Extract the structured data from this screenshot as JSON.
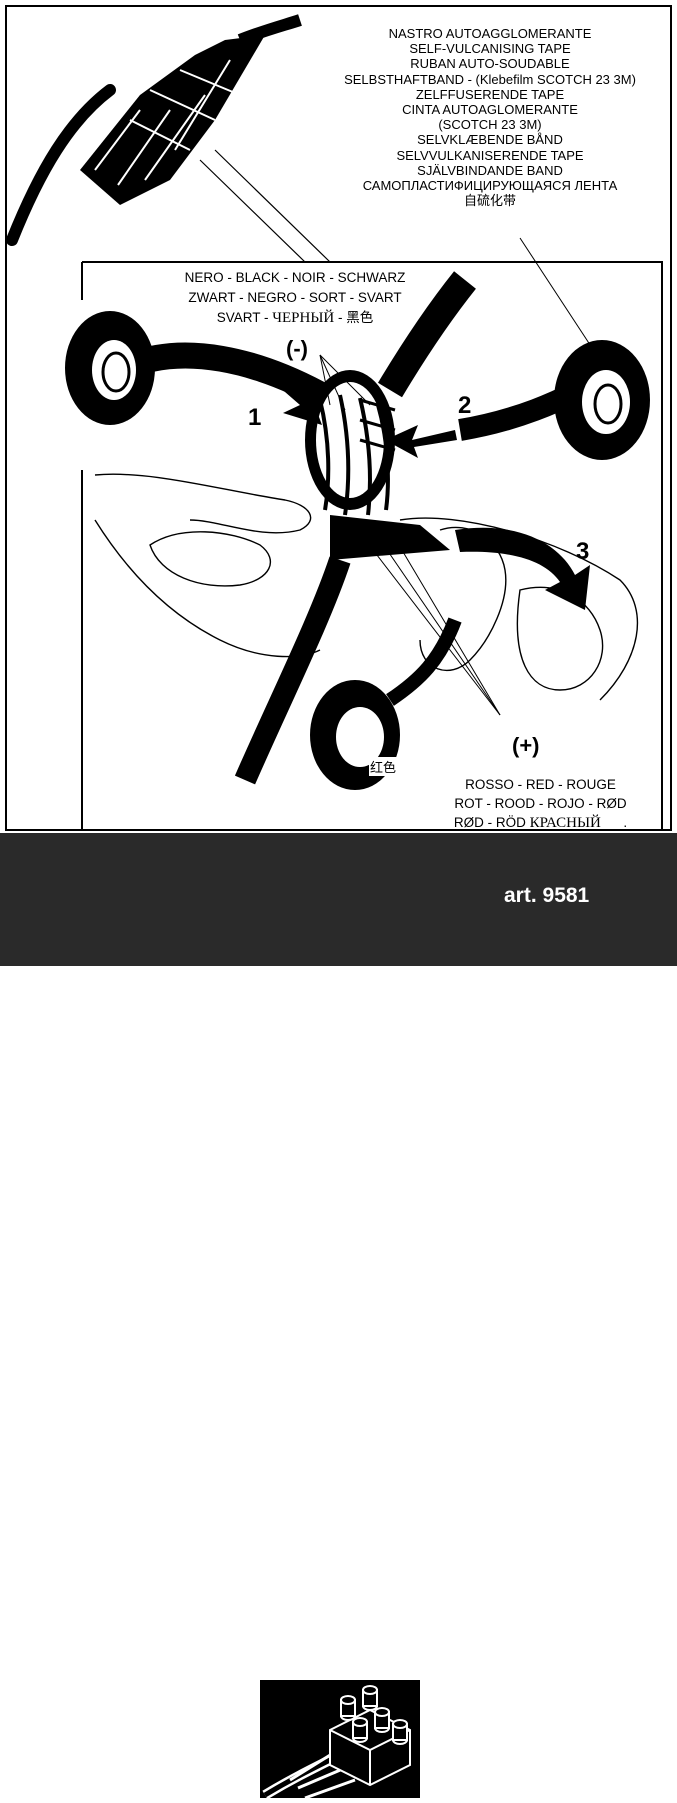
{
  "tape_label": {
    "lines": [
      "NASTRO AUTOAGGLOMERANTE",
      "SELF-VULCANISING TAPE",
      "RUBAN AUTO-SOUDABLE",
      "SELBSTHAFTBAND - (Klebefilm SCOTCH 23 3M)",
      "ZELFFUSERENDE TAPE",
      "CINTA AUTOAGLOMERANTE",
      "(SCOTCH 23 3M)",
      "SELVKLÆBENDE BÅND",
      "SELVVULKANISERENDE TAPE",
      "SJÄLVBINDANDE BAND",
      "САМОПЛАСТИФИЦИРУЮЩАЯСЯ ЛЕНТА",
      "自硫化带"
    ]
  },
  "black_label": {
    "line1": "NERO - BLACK - NOIR - SCHWARZ",
    "line2": "ZWART - NEGRO - SORT - SVART",
    "line3_latin": "SVART - ",
    "line3_ru": "ЧЕРНЫЙ",
    "line3_sep": " - ",
    "line3_zh": "黑色"
  },
  "red_label": {
    "line1": "ROSSO - RED - ROUGE",
    "line2": "ROT - ROOD - ROJO - RØD",
    "line3_latin": "RØD - RÖD ",
    "line3_ru": "КРАСНЫЙ",
    "line3_dot": "      ."
  },
  "red_label_zh": "红色",
  "polarity": {
    "negative": "(-)",
    "positive": "(+)"
  },
  "steps": {
    "one": "1",
    "two": "2",
    "three": "3"
  },
  "footer": {
    "article": "art. 9581"
  }
}
